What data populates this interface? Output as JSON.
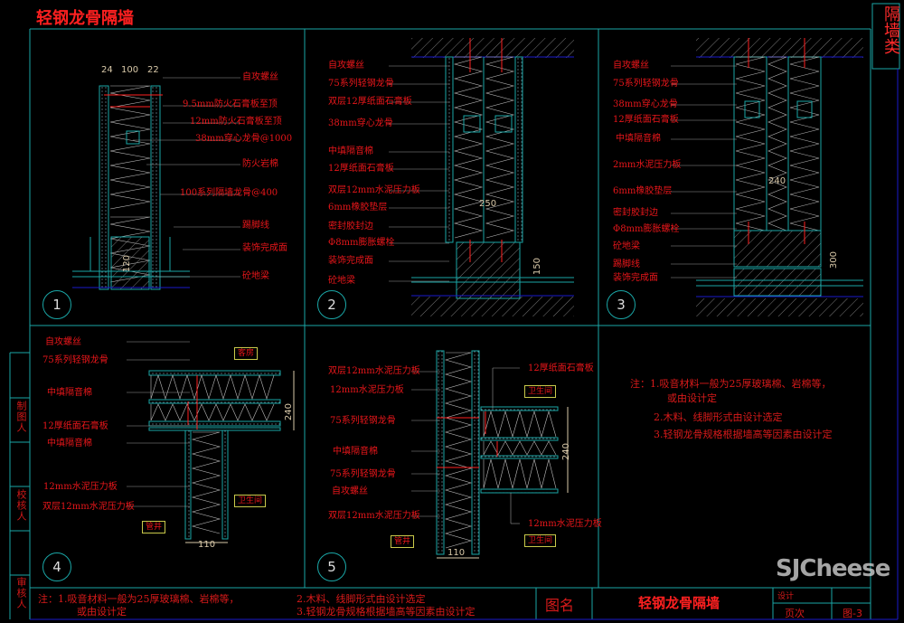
{
  "header": {
    "title": "轻钢龙骨隔墙",
    "category": "隔墙类"
  },
  "side_labels": [
    "制图人",
    "校核人",
    "审核人"
  ],
  "details": [
    {
      "number": "1",
      "labels": [
        "自攻螺丝",
        "9.5mm防火石膏板至顶",
        "12mm防火石膏板至顶",
        "38mm穿心龙骨@1000",
        "防火岩棉",
        "100系列隔墙龙骨@400",
        "踢脚线",
        "装饰完成面",
        "砼地梁"
      ],
      "dims": [
        "24",
        "100",
        "22",
        "120"
      ]
    },
    {
      "number": "2",
      "labels": [
        "自攻螺丝",
        "75系列轻钢龙骨",
        "双层12厚纸面石膏板",
        "38mm穿心龙骨",
        "中填隔音棉",
        "12厚纸面石膏板",
        "双层12mm水泥压力板",
        "6mm橡胶垫层",
        "密封胶封边",
        "Φ8mm膨胀螺栓",
        "装饰完成面",
        "砼地梁"
      ],
      "dims": [
        "250",
        "150"
      ]
    },
    {
      "number": "3",
      "labels": [
        "自攻螺丝",
        "75系列轻钢龙骨",
        "38mm穿心龙骨",
        "12厚纸面石膏板",
        "中填隔音棉",
        "2mm水泥压力板",
        "6mm橡胶垫层",
        "密封胶封边",
        "Φ8mm膨胀螺栓",
        "砼地梁",
        "踢脚线",
        "装饰完成面"
      ],
      "dims": [
        "240",
        "300"
      ]
    },
    {
      "number": "4",
      "labels": [
        "自攻螺丝",
        "75系列轻钢龙骨",
        "中填隔音棉",
        "12厚纸面石膏板",
        "中填隔音棉",
        "12mm水泥压力板",
        "双层12mm水泥压力板"
      ],
      "rooms": [
        "客房",
        "卫生间",
        "管井"
      ],
      "dims": [
        "240",
        "110"
      ]
    },
    {
      "number": "5",
      "labels": [
        "双层12mm水泥压力板",
        "12mm水泥压力板",
        "75系列轻钢龙骨",
        "中填隔音棉",
        "75系列轻钢龙骨",
        "自攻螺丝",
        "双层12mm水泥压力板",
        "12厚纸面石膏板",
        "12mm水泥压力板"
      ],
      "rooms": [
        "卫生间",
        "卫生间",
        "管井"
      ],
      "dims": [
        "240",
        "110"
      ]
    }
  ],
  "notes": {
    "line1": "注：1.吸音材料一般为25厚玻璃棉、岩棉等，",
    "line2": "或由设计定",
    "line3": "2.木料、线脚形式由设计选定",
    "line4": "3.轻钢龙骨规格根据墙高等因素由设计定"
  },
  "title_block": {
    "note1": "注：1.吸音材料一般为25厚玻璃棉、岩棉等，",
    "note1b": "或由设计定",
    "note2": "2.木料、线脚形式由设计选定",
    "note3": "3.轻钢龙骨规格根据墙高等因素由设计定",
    "name_label": "图名",
    "drawing_name": "轻钢龙骨隔墙",
    "design_label": "设计",
    "page_label": "页次",
    "page_no": "图-3"
  },
  "watermark": "SJCheese",
  "colors": {
    "frame": "#1aa6a6",
    "text": "#e8161a",
    "border_blue": "#1a1acc"
  }
}
